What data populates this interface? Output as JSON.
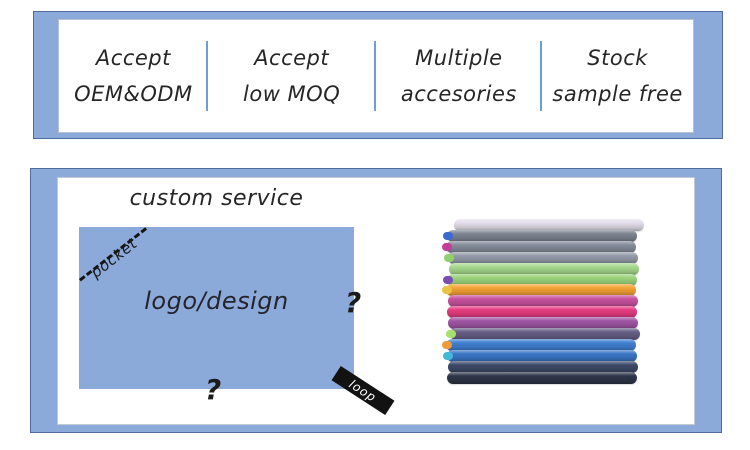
{
  "colors": {
    "band_blue": "#8ba9d9",
    "band_border": "#4f6ca0",
    "divider_blue": "#6b9fd6",
    "text_dark": "#262626",
    "loop_label_bg": "#121212",
    "loop_label_text": "#ffffff"
  },
  "banner": {
    "items": [
      {
        "line1": "Accept",
        "line2": "OEM&ODM"
      },
      {
        "line1": "Accept",
        "line2": "low MOQ"
      },
      {
        "line1": "Multiple",
        "line2": "accesories"
      },
      {
        "line1": "Stock",
        "line2": "sample free"
      }
    ]
  },
  "custom_section": {
    "title": "custom service",
    "towel_area_label": "logo/design",
    "pocket_label": "pocket",
    "loop_label": "loop",
    "question_mark": "?"
  },
  "towel_stack": {
    "layers": [
      {
        "name": "lavender",
        "color": "#e3deea"
      },
      {
        "name": "gray",
        "color": "#7d8390",
        "tab": "#3a6ad0"
      },
      {
        "name": "gray-medium",
        "color": "#868c9b",
        "tab": "#c03f9b"
      },
      {
        "name": "gray-light",
        "color": "#959baa",
        "tab": "#8fd06d"
      },
      {
        "name": "green-light",
        "color": "#a6d98d"
      },
      {
        "name": "green",
        "color": "#9bd37b",
        "tab": "#7a4fb5"
      },
      {
        "name": "orange",
        "color": "#f4a233",
        "tab": "#ecc243"
      },
      {
        "name": "magenta",
        "color": "#c8519f"
      },
      {
        "name": "hot-pink",
        "color": "#e53c80"
      },
      {
        "name": "purple",
        "color": "#a055a5"
      },
      {
        "name": "slate-purple",
        "color": "#665f85",
        "tab": "#a8e06d"
      },
      {
        "name": "blue",
        "color": "#4080d2",
        "tab": "#f09b3a"
      },
      {
        "name": "blue-deep",
        "color": "#3a76c6",
        "tab": "#45b8d8"
      },
      {
        "name": "navy",
        "color": "#3d4a68"
      },
      {
        "name": "charcoal",
        "color": "#2f3649"
      }
    ]
  }
}
